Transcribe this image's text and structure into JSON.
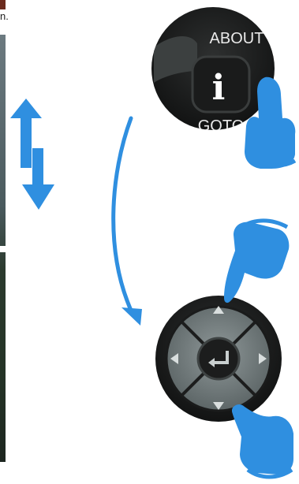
{
  "caption": "n.",
  "remote_top": {
    "about_label": "ABOUT",
    "info_glyph": "i",
    "goto_label": "GOTO"
  },
  "icons": {
    "scroll_arrows": "up-down-arrows-icon",
    "curve_arrow": "curved-arrow-icon",
    "hand": "pointing-hand-icon"
  },
  "colors": {
    "accent_blue": "#2f8fe0",
    "remote_dark": "#1c1d1d",
    "button_grey": "#7a8384"
  }
}
